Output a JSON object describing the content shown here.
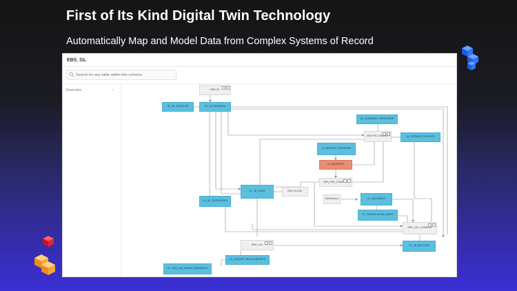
{
  "hero": {
    "title": "First of Its Kind Digital Twin Technology",
    "subtitle": "Automatically Map and Model Data from Complex Systems of Record"
  },
  "app": {
    "title": "EBS_GL",
    "search_placeholder": "Search for any table within this schema",
    "sidebar_item": "Overview"
  },
  "nodes": [
    {
      "id": "ebs_ce",
      "label": "EBS CE",
      "style": "grey"
    },
    {
      "id": "gl_je_sources",
      "label": "GL_JE_SOURCES",
      "style": "blue"
    },
    {
      "id": "gl_je_headers",
      "label": "GL_JE_HEADERS",
      "style": "blue"
    },
    {
      "id": "gl_summary_templates",
      "label": "GL_SUMMARY_TEMPLATES",
      "style": "blue"
    },
    {
      "id": "ebs_fin_common",
      "label": "EBS FIN COMMON",
      "style": "grey"
    },
    {
      "id": "gl_period_statuses",
      "label": "GL_PERIOD_STATUSES",
      "style": "blue"
    },
    {
      "id": "gl_budget_versions",
      "label": "GL_BUDGET_VERSIONS",
      "style": "blue"
    },
    {
      "id": "gl_budgets",
      "label": "GL_BUDGETS",
      "style": "orange"
    },
    {
      "id": "ebs_fnd_common",
      "label": "EBS_FND_COMMON",
      "style": "grey"
    },
    {
      "id": "gl_je_lines",
      "label": "GL_JE_LINES",
      "style": "blue"
    },
    {
      "id": "ebs_xla_mv",
      "label": "EBS XLA MV",
      "style": "grey"
    },
    {
      "id": "multisource",
      "label": "MultiSource",
      "style": "grey"
    },
    {
      "id": "gl_balances",
      "label": "GL_BALANCES",
      "style": "blue"
    },
    {
      "id": "gl_je_categories",
      "label": "GL_JE_CATEGORIES",
      "style": "blue"
    },
    {
      "id": "gl_translation_rates",
      "label": "GL_TRANSLATION_RATES",
      "style": "blue"
    },
    {
      "id": "ebs_cal_common",
      "label": "EBS_CAL_COMMON",
      "style": "grey"
    },
    {
      "id": "ebs_xla",
      "label": "EBS_XLA",
      "style": "grey"
    },
    {
      "id": "gl_je_batches",
      "label": "GL_JE_BATCHES",
      "style": "blue"
    },
    {
      "id": "gl_ledger_relationships",
      "label": "GL_LEDGER_RELATIONSHIPS",
      "style": "blue"
    },
    {
      "id": "gl_seg_val_norm_hierarchy",
      "label": "GL_SEG_VAL_NORM_HIERARCHY",
      "style": "blue"
    }
  ],
  "colors": {
    "node_blue": "#5bc0df",
    "node_orange": "#ea8d74",
    "node_grey": "#f0f0f0",
    "edge": "#8a8a8a"
  },
  "icons": [
    "search-icon",
    "chevron-left-icon",
    "cube-icon"
  ]
}
